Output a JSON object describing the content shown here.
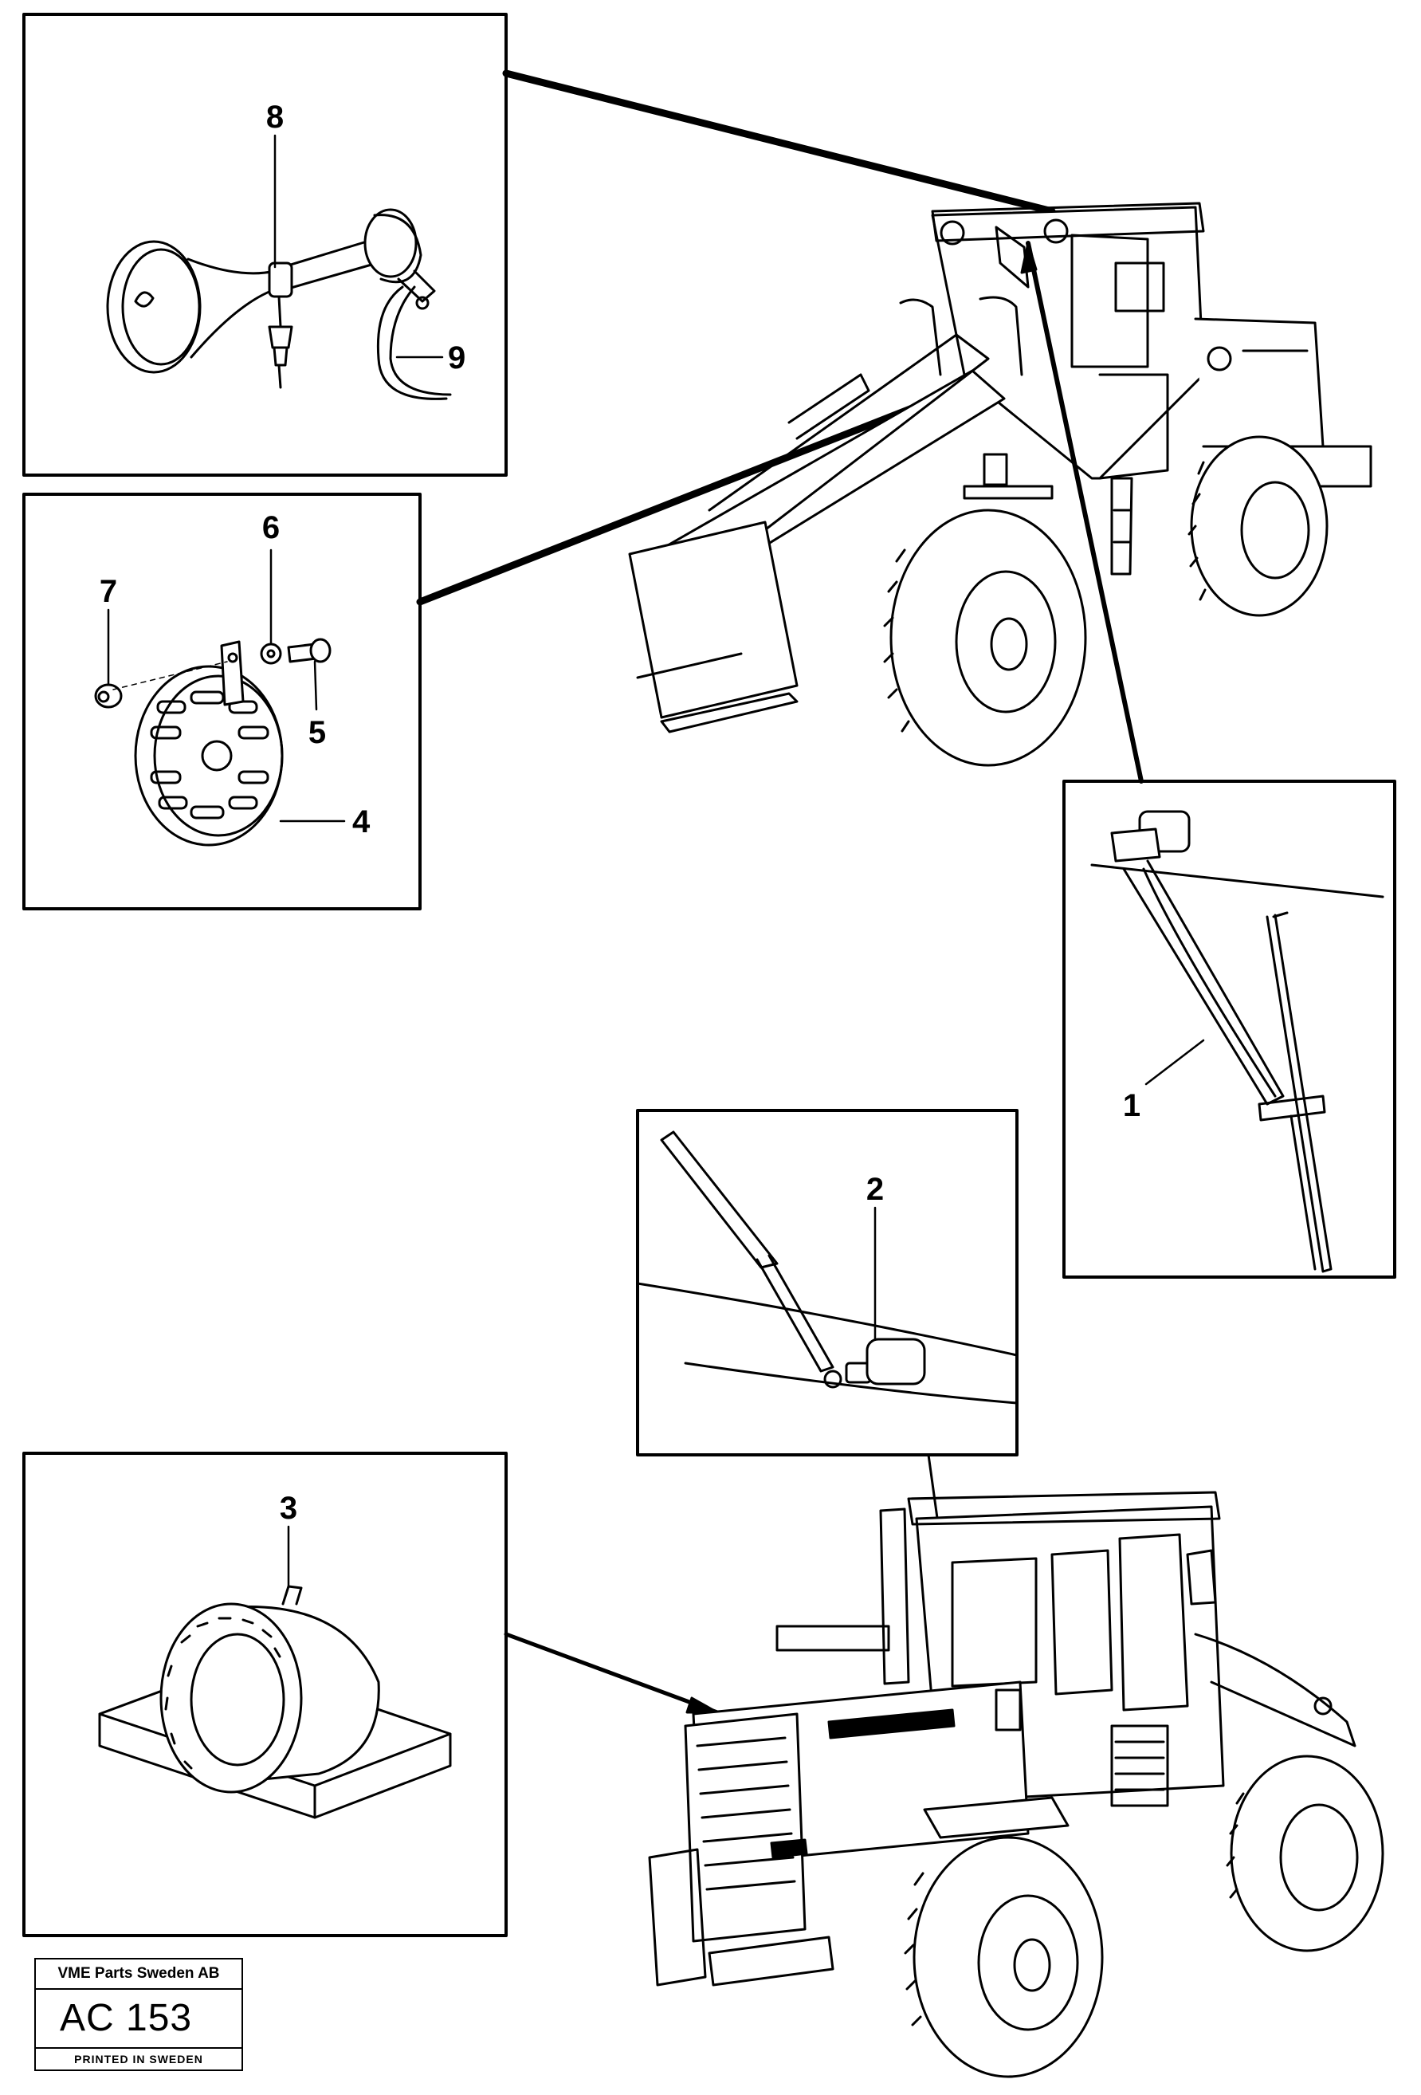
{
  "callouts": {
    "wiper_arm": "1",
    "wiper_motor": "2",
    "buzzer": "3",
    "horn": "4",
    "bolt": "5",
    "washer": "6",
    "nut": "7",
    "clamp": "8",
    "cable": "9"
  },
  "stamp": {
    "company": "VME Parts Sweden AB",
    "code": "AC 153",
    "printed": "PRINTED IN SWEDEN"
  },
  "colors": {
    "line": "#000000",
    "paper": "#ffffff"
  }
}
